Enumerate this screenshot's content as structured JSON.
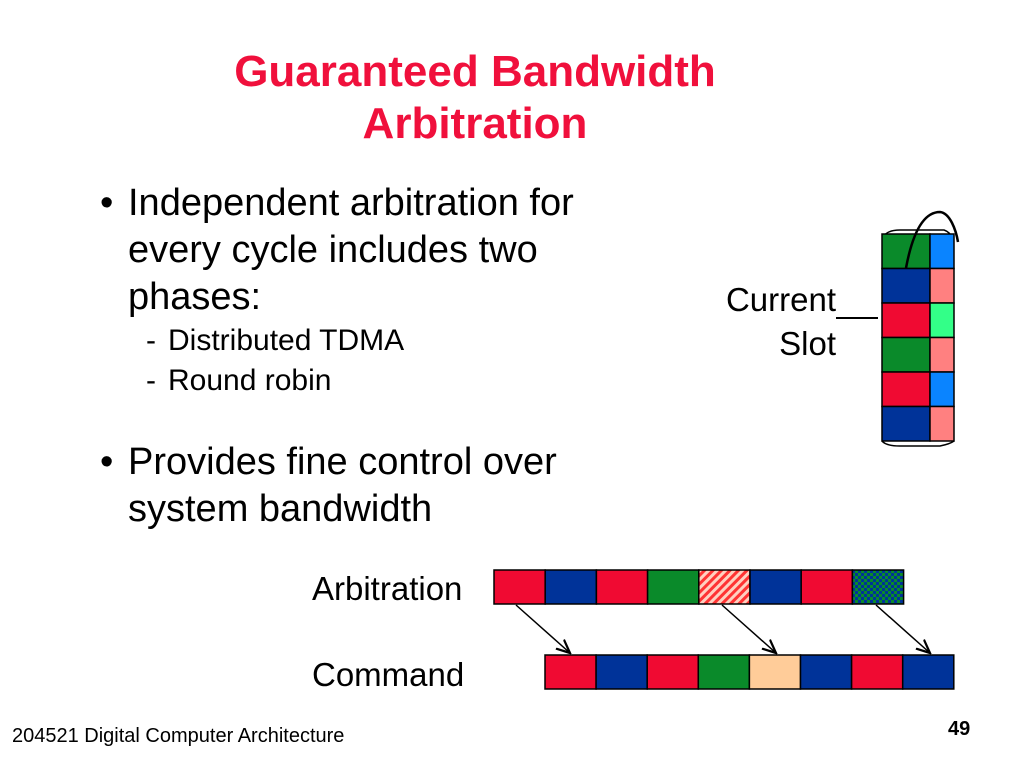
{
  "slide": {
    "title_line1": "Guaranteed Bandwidth",
    "title_line2": "Arbitration",
    "bullets": [
      {
        "text_lines": [
          "Independent arbitration for",
          "every cycle includes two",
          "phases:"
        ],
        "subitems": [
          "Distributed TDMA",
          "Round robin"
        ]
      },
      {
        "text_lines": [
          "Provides fine control over",
          "system bandwidth"
        ],
        "subitems": []
      }
    ],
    "bullet_char": "•",
    "dash_char": "-",
    "footer": "204521 Digital Computer Architecture",
    "page_number": "49"
  },
  "diagram": {
    "current_slot_line1": "Current",
    "current_slot_line2": "Slot",
    "arbitration_label": "Arbitration",
    "command_label": "Command",
    "colors": {
      "red": "#f00a32",
      "blue": "#003399",
      "green": "#0a8a2a",
      "peach": "#ffcc99",
      "hatch_red": "#ff3333",
      "light_red": "#ff8080",
      "light_green": "#33ff88",
      "light_blue": "#0a84ff"
    },
    "wheel_front_slots": [
      "green",
      "blue",
      "red",
      "green",
      "red",
      "blue"
    ],
    "wheel_side_slots": [
      "light_blue",
      "light_red",
      "light_green",
      "light_red",
      "light_blue",
      "light_red"
    ],
    "arbitration_slots": [
      "red",
      "blue",
      "red",
      "green",
      "hatch_red",
      "blue",
      "red",
      "checker_green"
    ],
    "command_slots": [
      "red",
      "blue",
      "red",
      "green",
      "peach",
      "blue",
      "red",
      "blue"
    ]
  }
}
